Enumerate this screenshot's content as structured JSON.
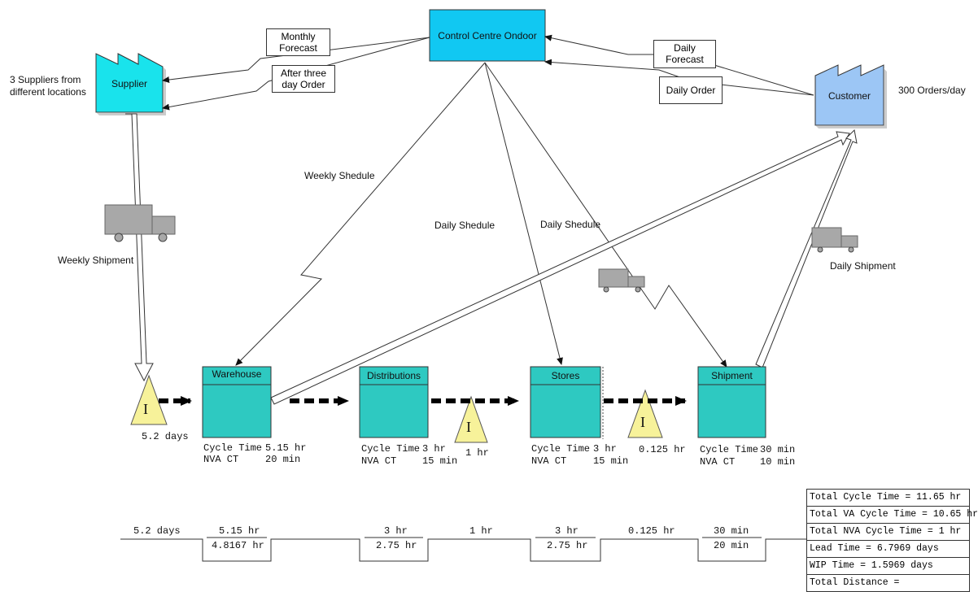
{
  "control_centre": {
    "label": "Control Centre Ondoor"
  },
  "supplier": {
    "label": "Supplier",
    "note": "3 Suppliers from different locations",
    "note_line1": "3 Suppliers from",
    "note_line2": "different locations"
  },
  "customer": {
    "label": "Customer",
    "demand": "300 Orders/day"
  },
  "info_flows": {
    "monthly_forecast": [
      "Monthly",
      "Forecast"
    ],
    "three_day_order": [
      "After three",
      "day Order"
    ],
    "daily_forecast": [
      "Daily",
      "Forecast"
    ],
    "daily_order": "Daily Order",
    "weekly_schedule": "Weekly Shedule",
    "daily_schedule_1": "Daily Shedule",
    "daily_schedule_2": "Daily Shedule"
  },
  "shipments": {
    "weekly": "Weekly Shipment",
    "daily": "Daily Shipment"
  },
  "processes": [
    {
      "name": "Warehouse",
      "ct_label": "Cycle Time",
      "ct": "5.15 hr",
      "nva_label": "NVA CT",
      "nva": "20 min"
    },
    {
      "name": "Distributions",
      "ct_label": "Cycle Time",
      "ct": "3 hr",
      "nva_label": "NVA CT",
      "nva": "15 min"
    },
    {
      "name": "Stores",
      "ct_label": "Cycle Time",
      "ct": "3 hr",
      "nva_label": "NVA CT",
      "nva": "15 min"
    },
    {
      "name": "Shipment",
      "ct_label": "Cycle Time",
      "ct": "30 min",
      "nva_label": "NVA CT",
      "nva": "10 min"
    }
  ],
  "inventories": [
    "5.2 days",
    "1 hr",
    "0.125 hr"
  ],
  "inventory_symbol": "I",
  "timeline": {
    "waits": [
      "5.2 days",
      "1 hr",
      "0.125 hr"
    ],
    "process_top": [
      "5.15 hr",
      "3 hr",
      "3 hr",
      "30 min"
    ],
    "process_bottom": [
      "4.8167 hr",
      "2.75 hr",
      "2.75 hr",
      "20 min"
    ]
  },
  "summary": [
    "Total Cycle Time = 11.65 hr",
    "Total VA Cycle Time = 10.65 hr",
    "Total NVA Cycle Time = 1 hr",
    "Lead Time = 6.7969 days",
    "WIP Time = 1.5969 days",
    "Total Distance ="
  ],
  "colors": {
    "control_centre": "#11c8f2",
    "supplier": "#19e3ec",
    "customer": "#9cc6f5",
    "process": "#2ec9c1",
    "inventory": "#f7f29a",
    "truck": "#a8a8a8"
  }
}
